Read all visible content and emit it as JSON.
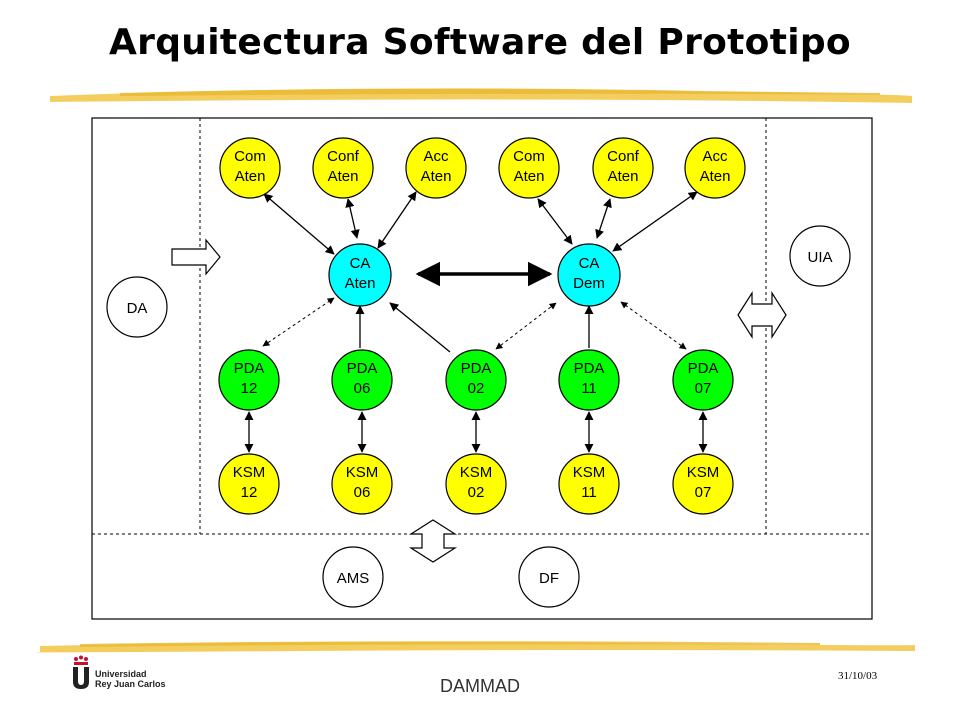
{
  "slide": {
    "title": "Arquitectura Software del Prototipo",
    "footer_center": "DAMMAD",
    "footer_date": "31/10/03",
    "university_line1": "Universidad",
    "university_line2": "Rey Juan Carlos"
  },
  "colors": {
    "yellow_node": "#ffff00",
    "cyan_node": "#00ffff",
    "green_node": "#00ff00",
    "white_node": "#ffffff",
    "brush": "#f2c94c",
    "logo_red": "#c8102e"
  },
  "diagram": {
    "top_row": [
      {
        "line1": "Com",
        "line2": "Aten"
      },
      {
        "line1": "Conf",
        "line2": "Aten"
      },
      {
        "line1": "Acc",
        "line2": "Aten"
      },
      {
        "line1": "Com",
        "line2": "Aten"
      },
      {
        "line1": "Conf",
        "line2": "Aten"
      },
      {
        "line1": "Acc",
        "line2": "Aten"
      }
    ],
    "center": [
      {
        "line1": "CA",
        "line2": "Aten"
      },
      {
        "line1": "CA",
        "line2": "Dem"
      }
    ],
    "pda_row": [
      {
        "line1": "PDA",
        "line2": "12"
      },
      {
        "line1": "PDA",
        "line2": "06"
      },
      {
        "line1": "PDA",
        "line2": "02"
      },
      {
        "line1": "PDA",
        "line2": "11"
      },
      {
        "line1": "PDA",
        "line2": "07"
      }
    ],
    "ksm_row": [
      {
        "line1": "KSM",
        "line2": "12"
      },
      {
        "line1": "KSM",
        "line2": "06"
      },
      {
        "line1": "KSM",
        "line2": "02"
      },
      {
        "line1": "KSM",
        "line2": "11"
      },
      {
        "line1": "KSM",
        "line2": "07"
      }
    ],
    "external": {
      "da": "DA",
      "uia": "UIA",
      "ams": "AMS",
      "df": "DF"
    }
  }
}
